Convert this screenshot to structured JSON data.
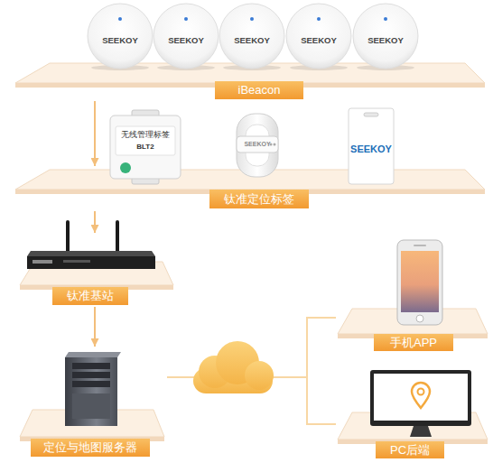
{
  "diagram": {
    "nodes": [
      {
        "text": [
          "iBeacon"
        ]
      },
      {
        "text": [
          "钛准定位标签"
        ]
      },
      {
        "text": [
          "钛准基站"
        ]
      },
      {
        "text": [
          "定位与地图服务器"
        ]
      },
      {
        "text": [
          "手机APP"
        ]
      },
      {
        "text": [
          "PC后端"
        ]
      }
    ],
    "edges": [
      {
        "from": 0,
        "to": 1,
        "arrow": "to"
      },
      {
        "from": 1,
        "to": 2,
        "arrow": "to"
      },
      {
        "from": 2,
        "to": 3,
        "arrow": "to"
      },
      {
        "from": 3,
        "to": 4,
        "arrow": "none"
      },
      {
        "from": 3,
        "to": 5,
        "arrow": "none"
      }
    ],
    "labels": [
      "SEEKOY",
      "SEEKOY",
      "SEEKOY",
      "SEEKOY",
      "SEEKOY",
      "无线管理标签",
      "BLT2",
      "SEEKOY",
      "SEEKOY"
    ]
  }
}
